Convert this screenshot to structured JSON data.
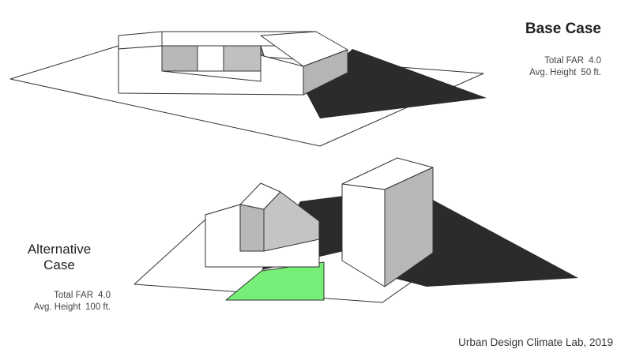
{
  "base_case": {
    "title": "Base Case",
    "far_label": "Total FAR",
    "far_value": "4.0",
    "height_label": "Avg. Height",
    "height_value": "50 ft."
  },
  "alternative_case": {
    "title_line1": "Alternative",
    "title_line2": "Case",
    "far_label": "Total FAR",
    "far_value": "4.0",
    "height_label": "Avg. Height",
    "height_value": "100 ft."
  },
  "credit": "Urban Design Climate Lab, 2019",
  "colors": {
    "shadow": "#2b2b2b",
    "open_space": "#77ee77",
    "building_shade": "#b8b8b8"
  }
}
